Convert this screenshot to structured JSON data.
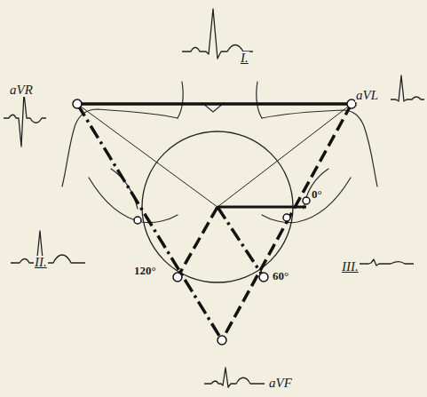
{
  "diagram": {
    "labels": [
      "I.",
      "aVR",
      "aVL",
      "II.",
      "III.",
      "aVF",
      "120°",
      "60°",
      "0°"
    ]
  }
}
